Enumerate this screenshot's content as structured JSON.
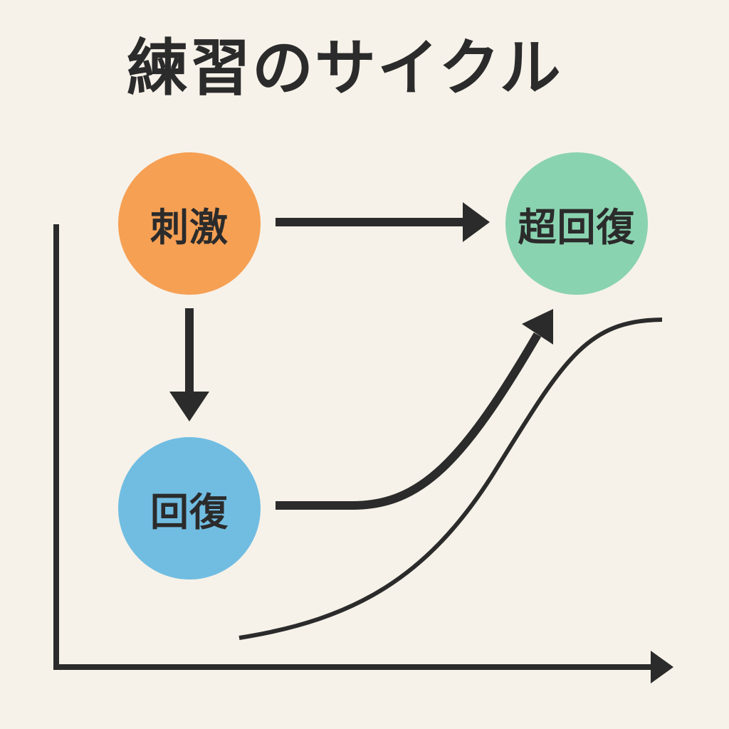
{
  "title": "練習のサイクル",
  "colors": {
    "background": "#f6f2e9",
    "ink": "#2b2b2b",
    "stimulus": "#f6a054",
    "recovery": "#71bde2",
    "supercompensation": "#8ad3b0"
  },
  "nodes": {
    "stimulus": {
      "label": "刺激"
    },
    "recovery": {
      "label": "回復"
    },
    "supercompensation": {
      "label": "超回復"
    }
  },
  "edges": [
    {
      "from": "stimulus",
      "to": "supercompensation"
    },
    {
      "from": "stimulus",
      "to": "recovery"
    },
    {
      "from": "recovery",
      "to": "supercompensation"
    }
  ]
}
